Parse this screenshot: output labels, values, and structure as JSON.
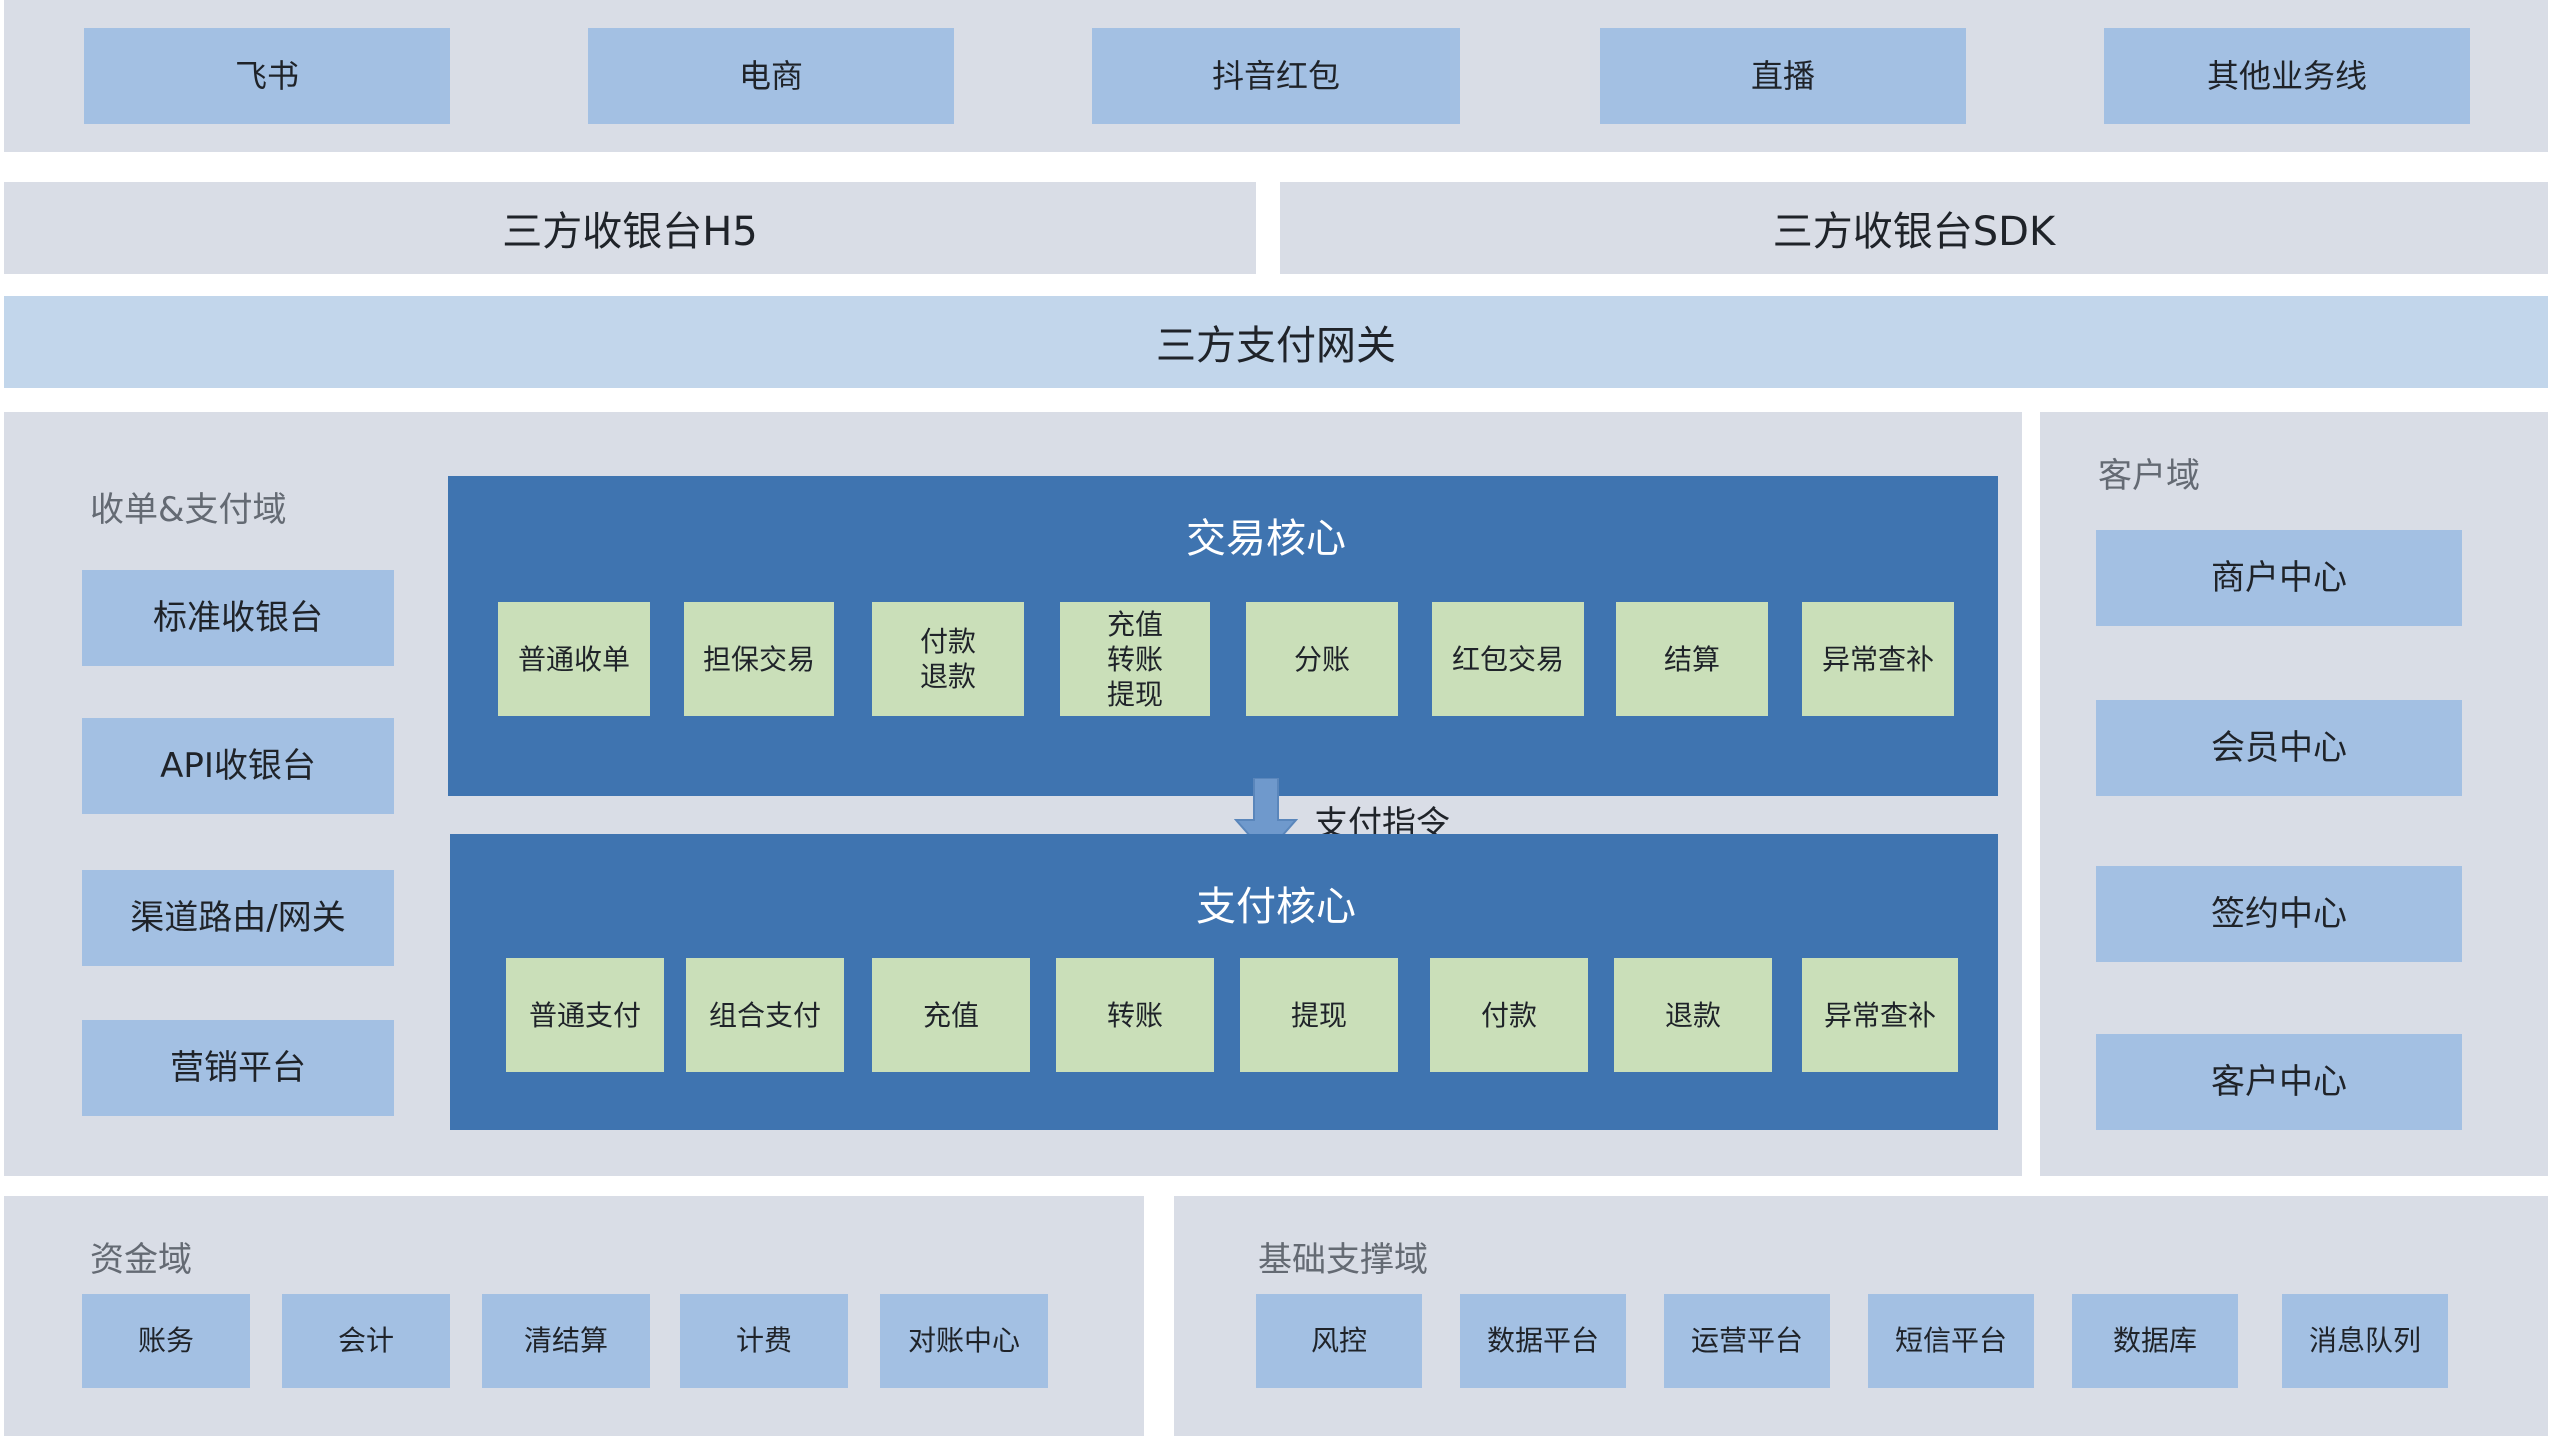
{
  "top_channels": [
    "飞书",
    "电商",
    "抖音红包",
    "直播",
    "其他业务线"
  ],
  "cashier": {
    "h5": "三方收银台H5",
    "sdk": "三方收银台SDK"
  },
  "gateway": "三方支付网关",
  "acquiring_domain": {
    "title": "收单&支付域",
    "items": [
      "标准收银台",
      "API收银台",
      "渠道路由/网关",
      "营销平台"
    ]
  },
  "trade_core": {
    "title": "交易核心",
    "items": [
      "普通收单",
      "担保交易",
      "付款\n退款",
      "充值\n转账\n提现",
      "分账",
      "红包交易",
      "结算",
      "异常查补"
    ]
  },
  "payment_instruction": "支付指令",
  "payment_core": {
    "title": "支付核心",
    "items": [
      "普通支付",
      "组合支付",
      "充值",
      "转账",
      "提现",
      "付款",
      "退款",
      "异常查补"
    ]
  },
  "customer_domain": {
    "title": "客户域",
    "items": [
      "商户中心",
      "会员中心",
      "签约中心",
      "客户中心"
    ]
  },
  "funds_domain": {
    "title": "资金域",
    "items": [
      "账务",
      "会计",
      "清结算",
      "计费",
      "对账中心"
    ]
  },
  "infra_domain": {
    "title": "基础支撑域",
    "items": [
      "风控",
      "数据平台",
      "运营平台",
      "短信平台",
      "数据库",
      "消息队列"
    ]
  },
  "colors": {
    "band": "#d9dde6",
    "box": "#a3c0e3",
    "gateway": "#c2d6eb",
    "core": "#3f74b0",
    "module": "#cadfb9"
  }
}
